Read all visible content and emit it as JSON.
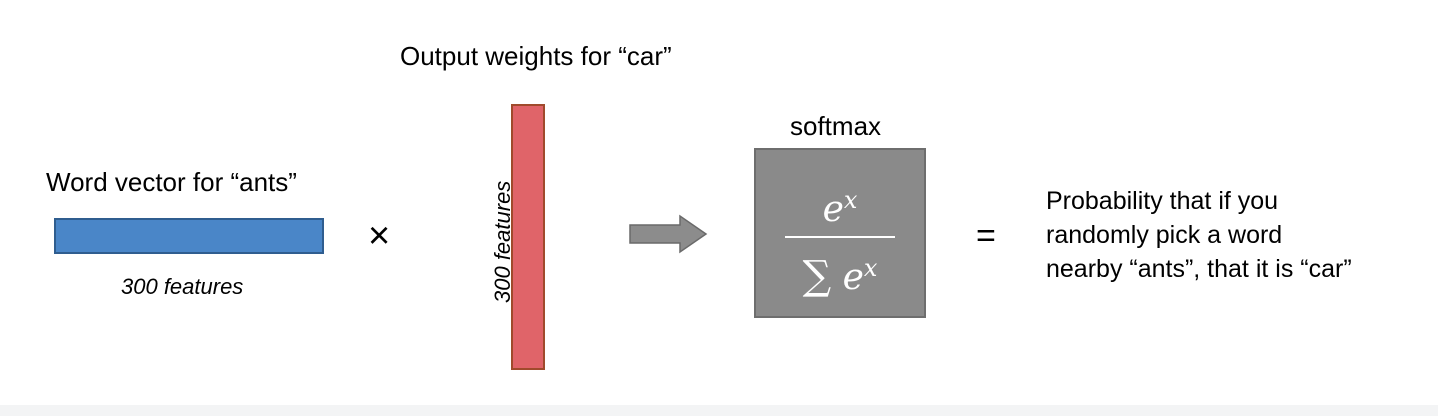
{
  "word_vector": {
    "title": "Word vector for “ants”",
    "caption": "300 features",
    "color": "#4a86c8"
  },
  "operator_times": "×",
  "output_weights": {
    "title": "Output weights for “car”",
    "caption": "300 features",
    "color": "#e06469"
  },
  "arrow_icon": "right-arrow-icon",
  "softmax": {
    "title": "softmax",
    "box_color": "#8a8a8a",
    "numerator_base": "e",
    "numerator_exp": "x",
    "denominator_sigma": "∑",
    "denominator_base": "e",
    "denominator_exp": "x"
  },
  "operator_equals": "=",
  "result_text": "Probability that if you\nrandomly pick a word\nnearby “ants”, that it is “car”"
}
